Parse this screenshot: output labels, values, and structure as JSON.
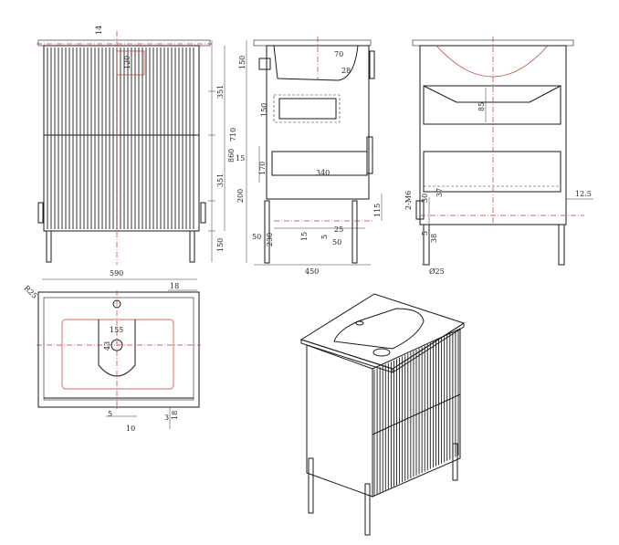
{
  "front_view": {
    "dims": {
      "top": "14",
      "h1": "120",
      "h2": "351",
      "h3": "710",
      "h4": "351",
      "h5": "150"
    }
  },
  "side_view": {
    "dims": {
      "sink_h": "150",
      "sink_w": "70",
      "sink_b": "28",
      "drawer_h": "150",
      "total_h": "860",
      "gap": "15",
      "drawer2_h": "170",
      "drawer2_w": "340",
      "leg_h": "200",
      "leg_b": "230",
      "foot_w": "50",
      "foot_b": "15",
      "d5": "5",
      "d25": "25",
      "d50": "50",
      "d115": "115",
      "width": "450"
    }
  },
  "back_view": {
    "dims": {
      "shelf_h": "85",
      "side": "12.5",
      "bolt": "2-M6",
      "b30": "30",
      "b37": "37",
      "b5": "5",
      "b38": "38",
      "dia": "Ø25"
    }
  },
  "top_view": {
    "dims": {
      "width": "590",
      "corner": "R25",
      "edge": "18",
      "bowl": "155",
      "tap": "43",
      "b5": "5",
      "b10": "10",
      "b3": "3",
      "b18": "18"
    }
  },
  "iso_view": {}
}
